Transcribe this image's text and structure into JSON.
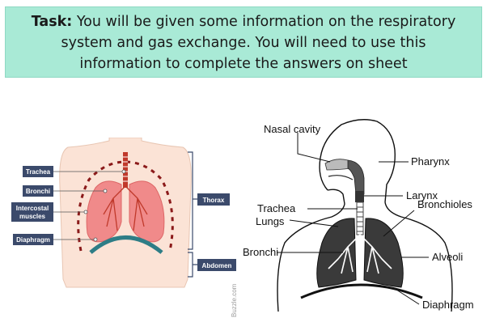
{
  "task": {
    "label": "Task:",
    "line1": " You will be given some information on the respiratory",
    "line2": "system and gas exchange. You will need to use this",
    "line3": "information to complete the answers on  sheet"
  },
  "left_diagram": {
    "labels": {
      "trachea": "Trachea",
      "bronchi": "Bronchi",
      "intercostal_1": "Intercostal",
      "intercostal_2": "muscles",
      "diaphragm": "Diaphragm",
      "thorax": "Thorax",
      "abdomen": "Abdomen"
    },
    "watermark": "Buzzle.com",
    "colors": {
      "tag": "#3b4a6b",
      "lung": "#f08a8a",
      "trachea": "#c0392b",
      "diaphragm": "#2e7d86",
      "body": "#fbe3d6"
    }
  },
  "right_diagram": {
    "labels": {
      "nasal_cavity": "Nasal cavity",
      "pharynx": "Pharynx",
      "larynx": "Larynx",
      "trachea": "Trachea",
      "bronchioles": "Bronchioles",
      "lungs": "Lungs",
      "bronchi": "Bronchi",
      "alveoli": "Alveoli",
      "diaphragm": "Diaphragm"
    }
  }
}
